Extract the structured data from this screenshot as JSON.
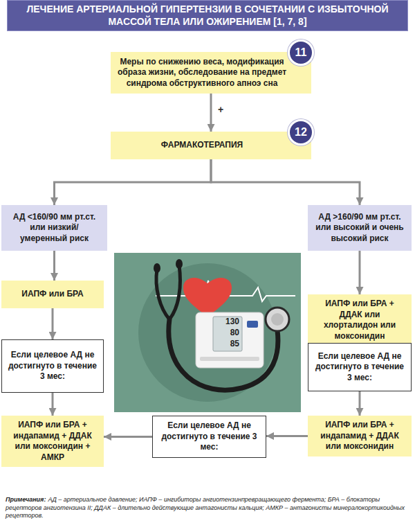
{
  "diagram": {
    "title": "ЛЕЧЕНИЕ АРТЕРИАЛЬНОЙ ГИПЕРТЕНЗИИ В СОЧЕТАНИИ С ИЗБЫТОЧНОЙ МАССОЙ ТЕЛА ИЛИ ОЖИРЕНИЕМ [1, 7, 8]",
    "nodes": [
      {
        "text": [
          "Меры по снижению веса, модификация образа жизни, обследование на предмет синдрома обструктивного апноэ сна"
        ]
      },
      {
        "text": [
          "11"
        ]
      },
      {
        "text": [
          "ФАРМАКОТЕРАПИЯ"
        ]
      },
      {
        "text": [
          "12"
        ]
      },
      {
        "text": [
          "АД <160/90 мм рт.ст. или низкий/умеренный риск"
        ]
      },
      {
        "text": [
          "АД >160/90 мм рт.ст. или высокий и очень высокий риск"
        ]
      },
      {
        "text": [
          "ИАПФ или БРА"
        ]
      },
      {
        "text": [
          "ИАПФ или БРА + ДДАК или хлорталидон или моксонидин"
        ]
      },
      {
        "text": [
          "Если целевое АД не достигнуто в течение 3 мес:"
        ]
      },
      {
        "text": [
          "Если целевое АД не достигнуто в течение 3 мес:"
        ]
      },
      {
        "text": [
          "ИАПФ или БРА + индапамид + ДДАК или моксонидин + АМКР"
        ]
      },
      {
        "text": [
          "Если целевое АД не достигнуто в течение 3 мес:"
        ]
      },
      {
        "text": [
          "ИАПФ или БРА + индапамид + ДДАК или моксонидин"
        ]
      }
    ],
    "edges": [
      {
        "from": 0,
        "to": 2,
        "arrow": "to",
        "label": "+"
      },
      {
        "from": 2,
        "to": 4,
        "arrow": "to"
      },
      {
        "from": 2,
        "to": 5,
        "arrow": "to"
      },
      {
        "from": 4,
        "to": 6,
        "arrow": "to"
      },
      {
        "from": 6,
        "to": 8,
        "arrow": "to"
      },
      {
        "from": 8,
        "to": 10,
        "arrow": "to"
      },
      {
        "from": 5,
        "to": 7,
        "arrow": "to"
      },
      {
        "from": 7,
        "to": 9,
        "arrow": "to"
      },
      {
        "from": 9,
        "to": 12,
        "arrow": "to"
      },
      {
        "from": 12,
        "to": 11,
        "arrow": "to"
      },
      {
        "from": 11,
        "to": 10,
        "arrow": "to"
      }
    ],
    "labels": [
      "130",
      "80",
      "85",
      "Примечания:",
      "АД – артериальное давление; ИАПФ – ингибиторы ангиотензинпревращающего фермента; БРА – блокаторы рецепторов ангиотензина II; ДДАК – длительно действующие антагонисты кальция; АМКР – антагонисты минералокортикоидных рецепторов."
    ]
  }
}
